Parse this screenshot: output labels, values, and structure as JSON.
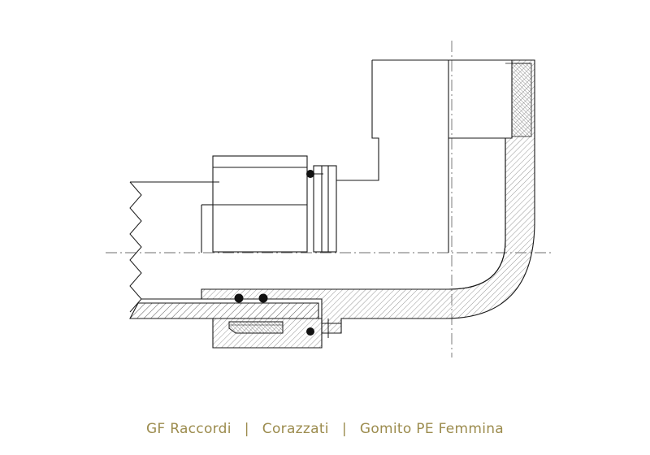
{
  "caption": {
    "brand": "GF Raccordi",
    "separator": "|",
    "category": "Corazzati",
    "product": "Gomito PE Femmina"
  },
  "colors": {
    "line": "#1a1a1a",
    "hatch": "#8a8a8a",
    "centerline": "#6e6e6e",
    "caption_text": "#9c8c4e",
    "background": "#ffffff"
  }
}
